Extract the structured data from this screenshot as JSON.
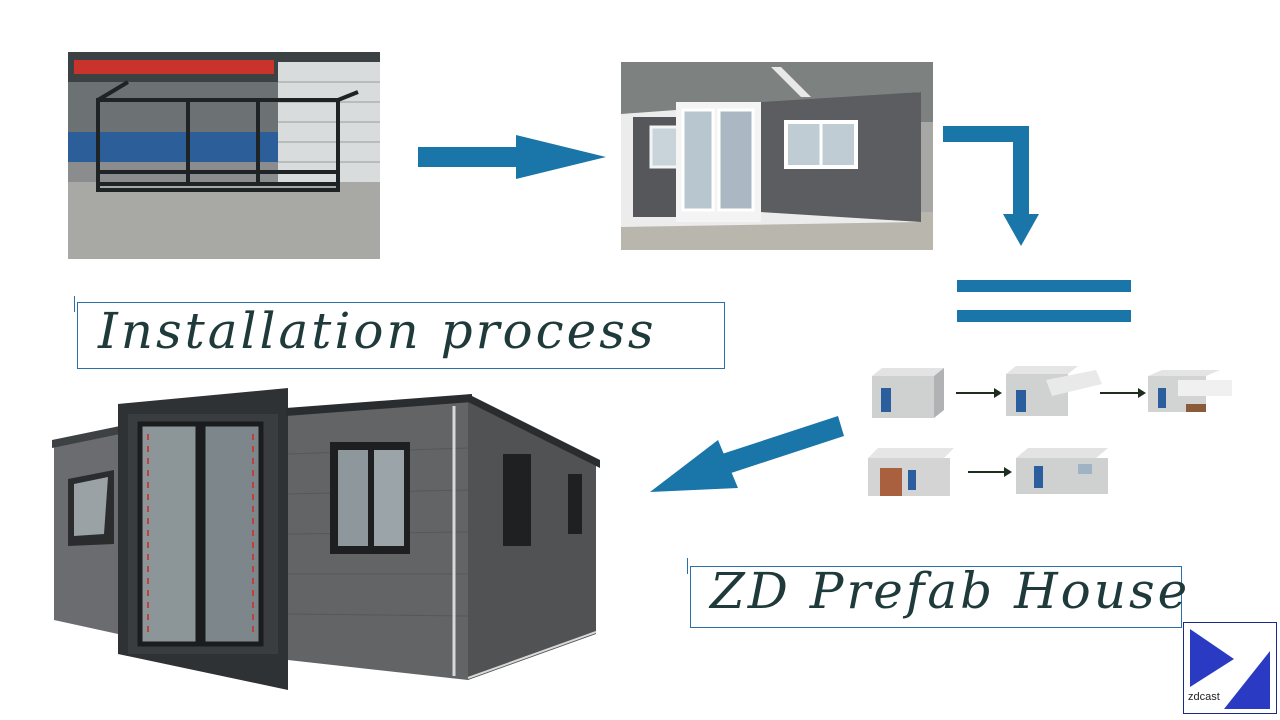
{
  "heading": {
    "label": "Installation process"
  },
  "product": {
    "label": "ZD Prefab House"
  },
  "logo": {
    "label": "zdcast"
  },
  "colors": {
    "accent": "#1a75a8",
    "title": "#1f3a3a",
    "logo": "#1a2a8c"
  },
  "icons": [
    "arrow-right-icon",
    "arrow-down-icon",
    "equals-icon",
    "arrow-down-left-icon",
    "zdcast-logo"
  ]
}
